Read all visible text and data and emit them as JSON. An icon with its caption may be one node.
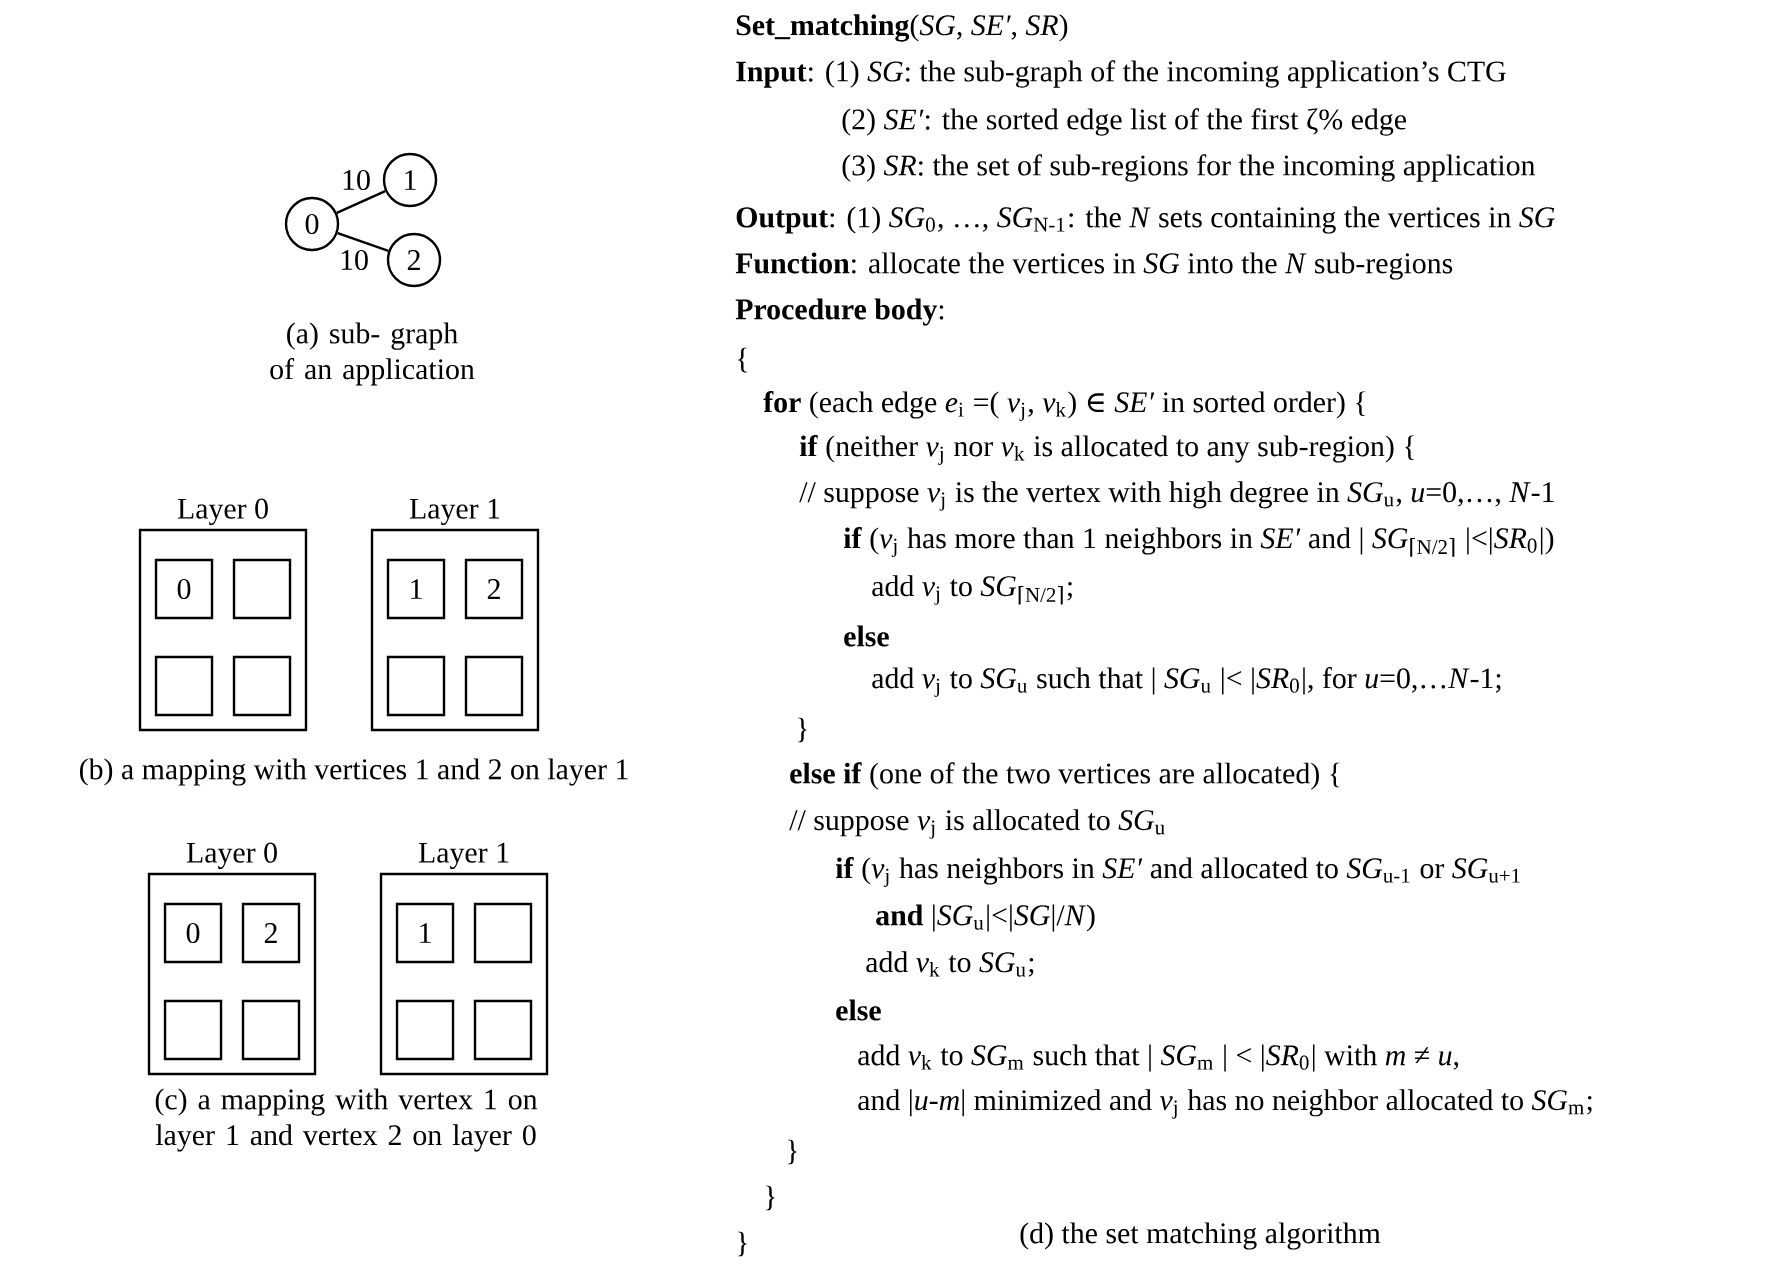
{
  "diagram": {
    "nodes": [
      {
        "text": [
          "0"
        ]
      },
      {
        "text": [
          "1"
        ]
      },
      {
        "text": [
          "2"
        ]
      },
      {
        "text": [
          "Layer 0"
        ]
      },
      {
        "text": [
          "0"
        ],
        "in": 3
      },
      {
        "text": [],
        "shape": "box",
        "in": 3
      },
      {
        "text": [],
        "shape": "box",
        "in": 3
      },
      {
        "text": [],
        "shape": "box",
        "in": 3
      },
      {
        "text": [
          "Layer 1"
        ]
      },
      {
        "text": [
          "1"
        ],
        "in": 8
      },
      {
        "text": [
          "2"
        ],
        "in": 8
      },
      {
        "text": [],
        "shape": "box",
        "in": 8
      },
      {
        "text": [],
        "shape": "box",
        "in": 8
      },
      {
        "text": [
          "Layer 0"
        ]
      },
      {
        "text": [
          "0"
        ],
        "in": 13
      },
      {
        "text": [
          "2"
        ],
        "in": 13
      },
      {
        "text": [],
        "shape": "box",
        "in": 13
      },
      {
        "text": [],
        "shape": "box",
        "in": 13
      },
      {
        "text": [
          "Layer 1"
        ]
      },
      {
        "text": [
          "1"
        ],
        "in": 18
      },
      {
        "text": [],
        "shape": "box",
        "in": 18
      },
      {
        "text": [],
        "shape": "box",
        "in": 18
      },
      {
        "text": [],
        "shape": "box",
        "in": 18
      }
    ],
    "edges": [
      {
        "from": 0,
        "to": 1,
        "arrow": "none",
        "label": "10"
      },
      {
        "from": 0,
        "to": 2,
        "arrow": "none",
        "label": "10"
      }
    ],
    "labels": [
      "(a) sub- graph of an application",
      "(b) a mapping with vertices 1 and 2 on layer 1",
      "(c) a mapping with vertex 1 on layer 1 and vertex 2 on layer 0",
      "**Set_matching**(*SG*, *SE′*, *SR*)",
      "**Input**: (1) *SG*: the sub-graph of the incoming application’s CTG",
      "(2) *SE′*: the sorted edge list of the first ζ% edge",
      "(3) *SR*: the set of sub-regions for the incoming application",
      "**Output**: (1) *SG*$_{0}$, …, *SG*$_{N-1}$: the *N* sets containing the vertices in *SG*",
      "**Function**: allocate the vertices in *SG* into the *N* sub-regions",
      "**Procedure body**:",
      "{",
      "**for** (each edge *e*$_{i}$ =( *v*$_{j}$, *v*$_{k}$) ∈ *SE′* in sorted order) {",
      "**if** (neither *v*$_{j}$ nor *v*$_{k}$ is allocated to any sub-region) {",
      "// suppose *v*$_{j}$ is the vertex with high degree in *SG*$_{u}$, *u*=0,…, *N*-1",
      "**if** (*v*$_{j}$ has more than 1 neighbors in *SE′* and | *SG*$_{⌈N/2⌉}$ |<|*SR*$_{0}$|)",
      "add *v*$_{j}$ to *SG*$_{⌈N/2⌉}$;",
      "**else**",
      "add *v*$_{j}$ to *SG*$_{u}$ such that | *SG*$_{u}$ |< |*SR*$_{0}$|, for *u*=0,…*N*-1;",
      "}",
      "**else if** (one of the two vertices are allocated) {",
      "// suppose *v*$_{j}$ is allocated to *SG*$_{u}$",
      "**if** (*v*$_{j}$ has neighbors in *SE′* and allocated to *SG*$_{u-1}$ or *SG*$_{u+1}$",
      "**and** |*SG*$_{u}$|<|*SG*|/*N*)",
      "add *v*$_{k}$ to *SG*$_{u}$;",
      "**else**",
      "add *v*$_{k}$ to *SG*$_{m}$ such that | *SG*$_{m}$ | < |*SR*$_{0}$| with *m* ≠ *u*,",
      "and |*u*-*m*| minimized and *v*$_{j}$ has no neighbor allocated to *SG*$_{m}$;",
      "}",
      "}",
      "}",
      "(d) the set matching algorithm"
    ]
  }
}
